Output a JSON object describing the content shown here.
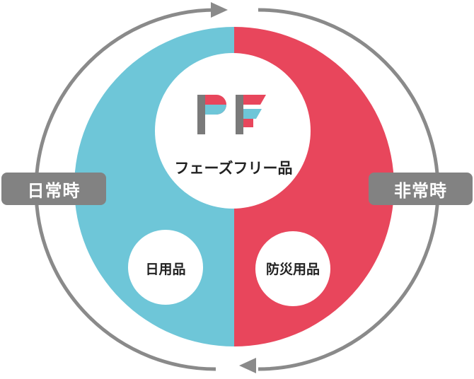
{
  "colors": {
    "daily": "#6ec6d8",
    "emergency": "#e8465c",
    "cycle": "#8a8a8a",
    "label_bg": "#828282",
    "logo_dark": "#7a7a7a"
  },
  "logo": {
    "icon": "pf-logo-icon",
    "text": "PF"
  },
  "labels": {
    "left": "日常時",
    "right": "非常時",
    "center": "フェーズフリー品",
    "daily": "日用品",
    "disaster": "防災用品"
  },
  "icons": {
    "cycle_arrows": "cycle-arrow-icon"
  }
}
